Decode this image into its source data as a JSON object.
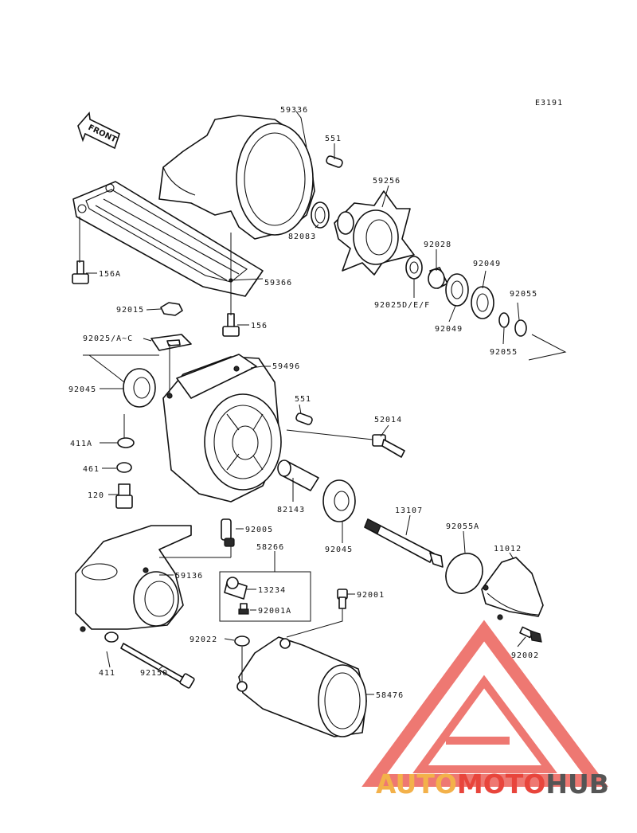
{
  "diagram_code": "E3191",
  "front_label": "FRONT",
  "callouts": {
    "c59336": "59336",
    "c551a": "551",
    "c59256": "59256",
    "c82083": "82083",
    "c92028": "92028",
    "c92049a": "92049",
    "c92025d": "92025D/E/F",
    "c92049b": "92049",
    "c92055a": "92055",
    "c92055b": "92055",
    "c156a": "156A",
    "c59366": "59366",
    "c92015": "92015",
    "c156": "156",
    "c92025a": "92025/A~C",
    "c59496": "59496",
    "c92045a": "92045",
    "c551b": "551",
    "c52014": "52014",
    "c411a": "411A",
    "c461": "461",
    "c120": "120",
    "c82143": "82143",
    "c13107": "13107",
    "c92055A": "92055A",
    "c11012": "11012",
    "c92005": "92005",
    "c92045b": "92045",
    "c58266": "58266",
    "c59136": "59136",
    "c13234": "13234",
    "c92001A": "92001A",
    "c92001": "92001",
    "c92022": "92022",
    "c92002": "92002",
    "c411": "411",
    "c92150": "92150",
    "c58476": "58476"
  },
  "watermark": {
    "part1": "AUTO",
    "part2": "MOTO",
    "part3": "HUB",
    "color1": "#f3b14a",
    "color2": "#e8453c",
    "color3": "#555555",
    "triangle_color": "#e8453c"
  }
}
